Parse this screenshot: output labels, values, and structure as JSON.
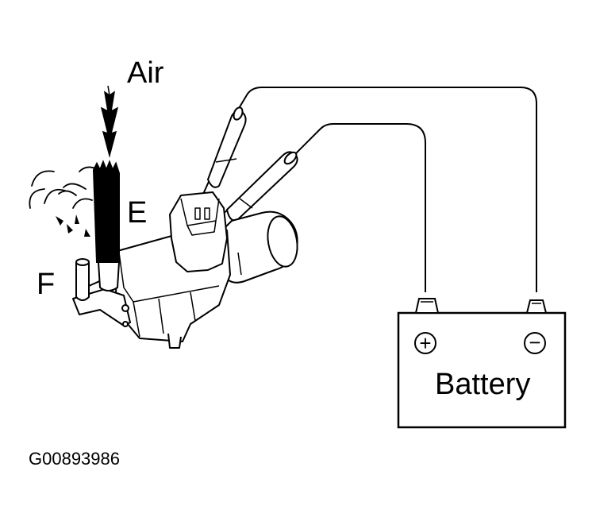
{
  "labels": {
    "air": "Air",
    "port_e": "E",
    "port_f": "F",
    "battery": "Battery",
    "positive_symbol": "+",
    "negative_symbol": "−",
    "figure_id": "G00893986"
  },
  "components": {
    "valve": "vsv-valve-icon",
    "battery": "battery-icon",
    "probe_1": "test-probe-icon",
    "probe_2": "test-probe-icon",
    "air_arrow": "down-arrow-icon",
    "puff": "air-puff-icon"
  },
  "colors": {
    "ink": "#000000",
    "background": "#ffffff"
  }
}
